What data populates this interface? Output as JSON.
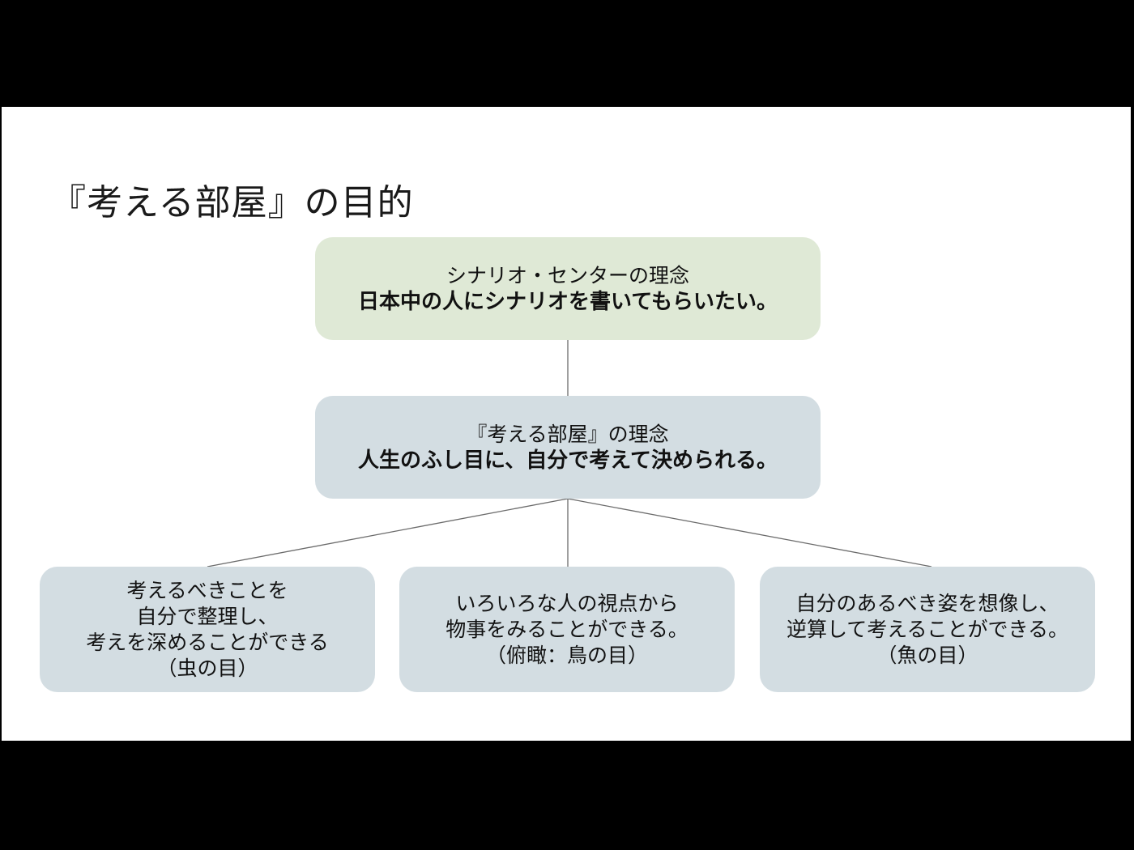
{
  "slide": {
    "title": "『考える部屋』の目的"
  },
  "diagram": {
    "top_node": {
      "label": "シナリオ・センターの理念",
      "headline": "日本中の人にシナリオを書いてもらいたい。"
    },
    "middle_node": {
      "label": "『考える部屋』の理念",
      "headline": "人生のふし目に、自分で考えて決められる。"
    },
    "leaf_nodes": [
      {
        "lines": [
          "考えるべきことを",
          "自分で整理し、",
          "考えを深めることができる",
          "（虫の目）"
        ]
      },
      {
        "lines": [
          "いろいろな人の視点から",
          "物事をみることができる。",
          "（俯瞰：鳥の目）"
        ]
      },
      {
        "lines": [
          "自分のあるべき姿を想像し、",
          "逆算して考えることができる。",
          "（魚の目）"
        ]
      }
    ],
    "colors": {
      "top_node_fill": "#dfe9d6",
      "node_fill": "#d3dde2",
      "connector": "#6b6b6b",
      "background": "#ffffff",
      "frame": "#000000"
    }
  }
}
